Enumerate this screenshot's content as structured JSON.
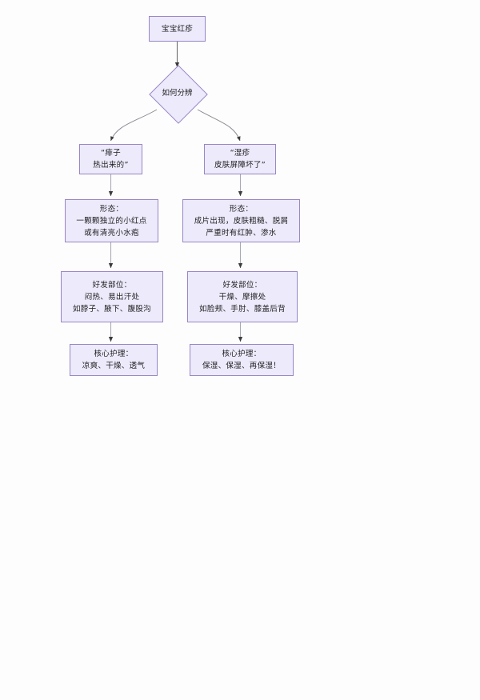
{
  "diagram": {
    "title_node": {
      "text": "宝宝红疹"
    },
    "decision_node": {
      "text": "如何分辨"
    },
    "colors": {
      "node_fill": "#eceafb",
      "node_border": "#9a86c4",
      "edge": "#8f8f98",
      "arrowhead": "#3a3a3a",
      "text": "#1f1f1f",
      "background": "#fdfdfd"
    },
    "branches": [
      {
        "name": "heat-rash",
        "label": {
          "line1": "“痱子",
          "line2": "热出来的”"
        },
        "morphology": {
          "line1": "形态：",
          "line2": "一颗颗独立的小红点",
          "line3": "或有清亮小水疱"
        },
        "location": {
          "line1": "好发部位：",
          "line2": "闷热、易出汗处",
          "line3": "如脖子、腋下、腹股沟"
        },
        "care": {
          "line1": "核心护理：",
          "line2": "凉爽、干燥、透气"
        }
      },
      {
        "name": "eczema",
        "label": {
          "line1": "“湿疹",
          "line2": "皮肤屏障坏了”"
        },
        "morphology": {
          "line1": "形态：",
          "line2": "成片出现，皮肤粗糙、脱屑",
          "line3": "严重时有红肿、渗水"
        },
        "location": {
          "line1": "好发部位：",
          "line2": "干燥、摩擦处",
          "line3": "如脸颊、手肘、膝盖后背"
        },
        "care": {
          "line1": "核心护理：",
          "line2": "保湿、保湿、再保湿！"
        }
      }
    ]
  }
}
